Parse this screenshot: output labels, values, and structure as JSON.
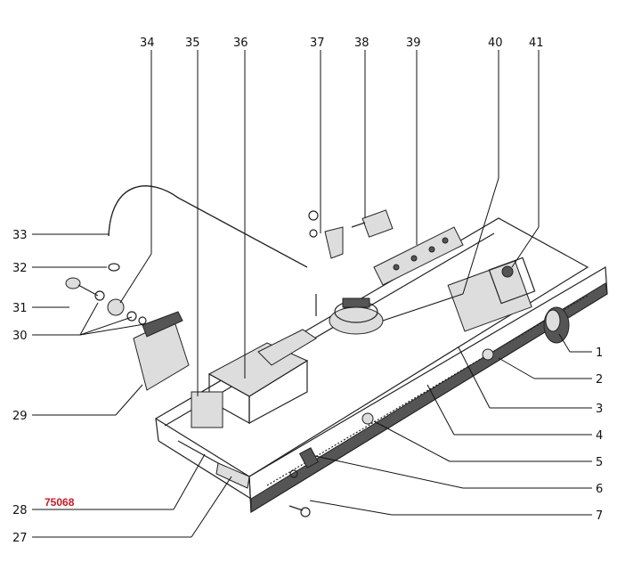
{
  "reference_code": "75068",
  "colors": {
    "ink": "#111111",
    "reference_code": "#d0161f",
    "background": "#ffffff"
  },
  "callouts": {
    "n1": "1",
    "n2": "2",
    "n3": "3",
    "n4": "4",
    "n5": "5",
    "n6": "6",
    "n7": "7",
    "n27": "27",
    "n28": "28",
    "n29": "29",
    "n30": "30",
    "n31": "31",
    "n32": "32",
    "n33": "33",
    "n34": "34",
    "n35": "35",
    "n36": "36",
    "n37": "37",
    "n38": "38",
    "n39": "39",
    "n40": "40",
    "n41": "41"
  }
}
